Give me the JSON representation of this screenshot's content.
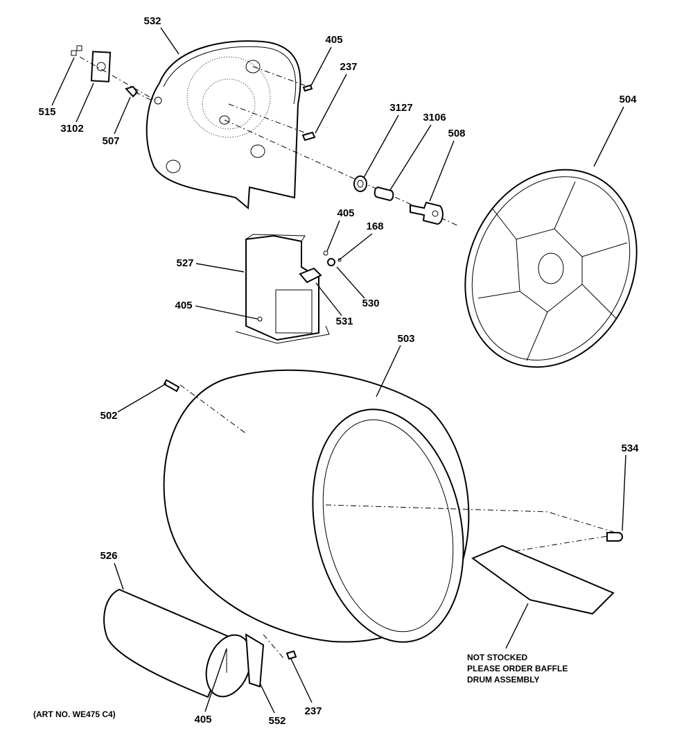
{
  "diagram": {
    "callouts": [
      {
        "id": "532",
        "part": "blower-housing"
      },
      {
        "id": "405",
        "part": "screw-top"
      },
      {
        "id": "237",
        "part": "screw-top"
      },
      {
        "id": "515",
        "part": "clip"
      },
      {
        "id": "3102",
        "part": "plate"
      },
      {
        "id": "507",
        "part": "bracket"
      },
      {
        "id": "3127",
        "part": "bearing-seal"
      },
      {
        "id": "3106",
        "part": "bearing"
      },
      {
        "id": "508",
        "part": "shaft"
      },
      {
        "id": "504",
        "part": "rear-drum-head"
      },
      {
        "id": "405",
        "part": "screw-duct"
      },
      {
        "id": "168",
        "part": "screw-duct"
      },
      {
        "id": "527",
        "part": "duct"
      },
      {
        "id": "530",
        "part": "sensor"
      },
      {
        "id": "531",
        "part": "bracket-duct"
      },
      {
        "id": "405",
        "part": "screw-duct-base"
      },
      {
        "id": "503",
        "part": "drum"
      },
      {
        "id": "502",
        "part": "screw-drum"
      },
      {
        "id": "534",
        "part": "screw-baffle"
      },
      {
        "id": "526",
        "part": "heater"
      },
      {
        "id": "405",
        "part": "screw-heater"
      },
      {
        "id": "552",
        "part": "heater-bracket"
      },
      {
        "id": "237",
        "part": "screw-heater-bracket"
      }
    ],
    "note": [
      "NOT STOCKED",
      "PLEASE ORDER BAFFLE",
      "DRUM ASSEMBLY"
    ],
    "art_no": "(ART NO. WE475 C4)"
  }
}
